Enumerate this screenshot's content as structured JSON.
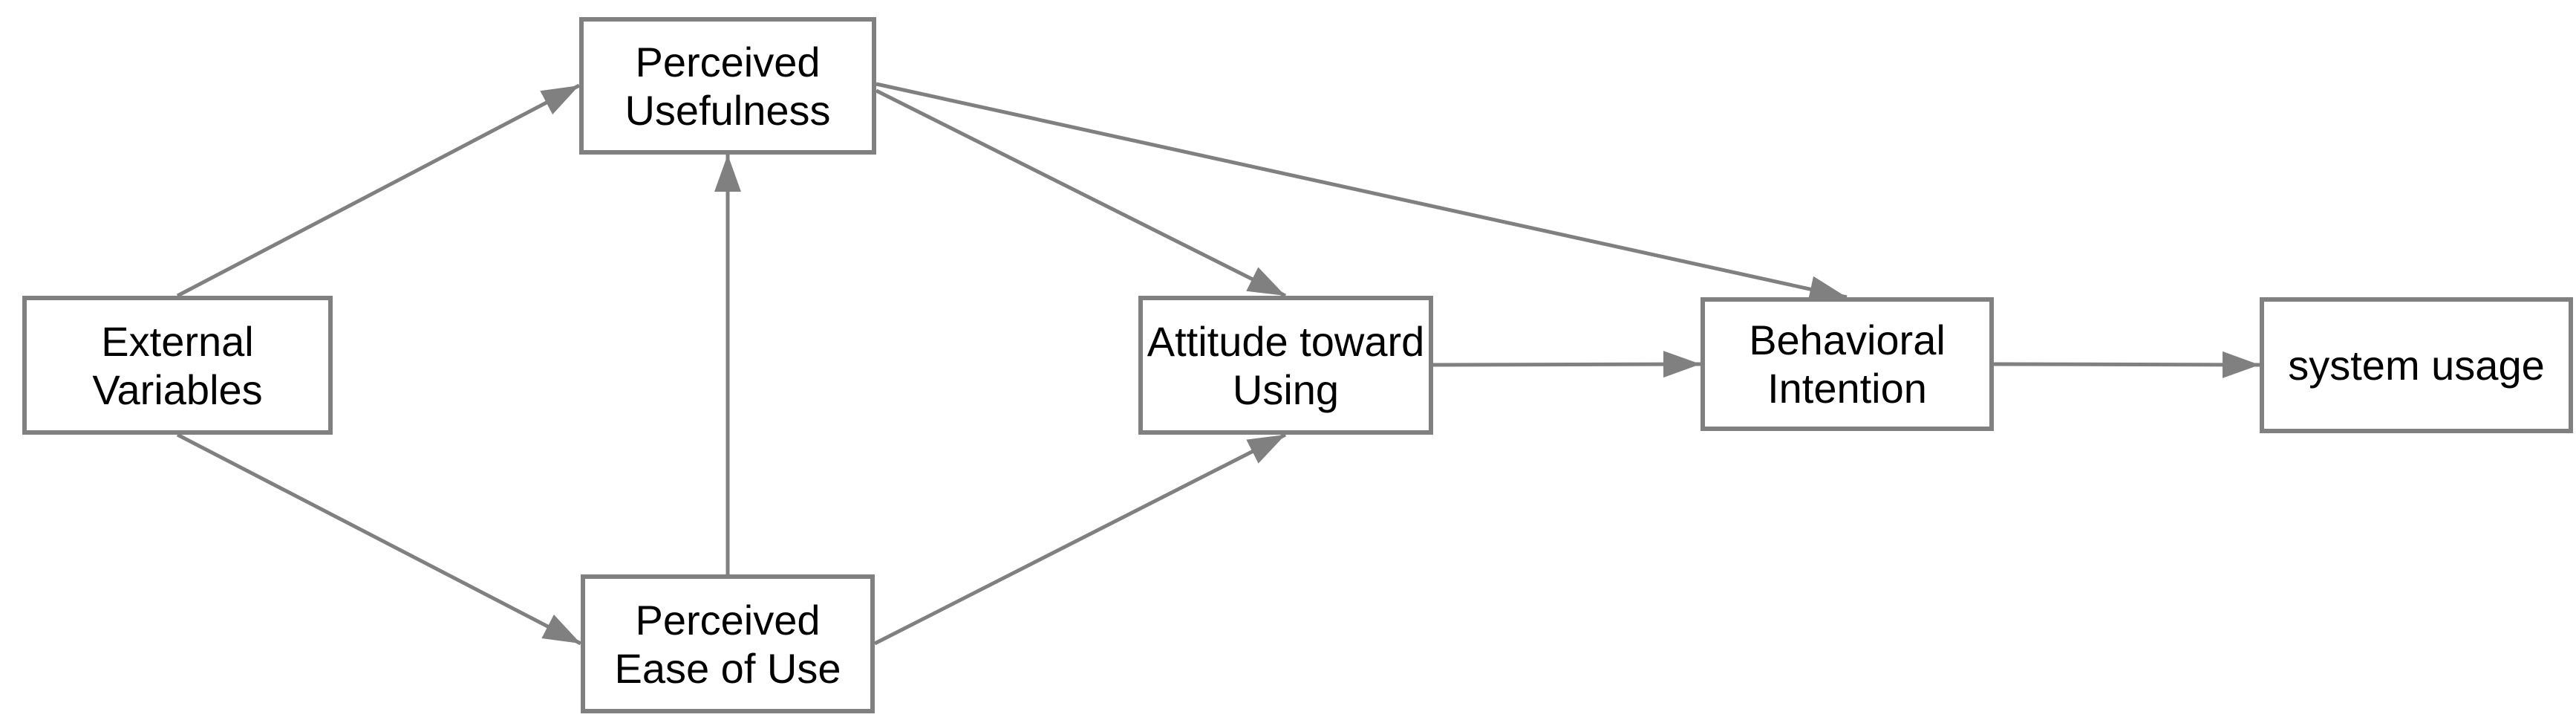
{
  "diagram": {
    "type": "flow-diagram",
    "colors": {
      "background": "#ffffff",
      "box_fill": "#ffffff",
      "box_border": "#808080",
      "arrow": "#808080",
      "text": "#000000"
    },
    "nodes": [
      {
        "id": "external-variables",
        "label": "External\nVariables"
      },
      {
        "id": "perceived-usefulness",
        "label": "Perceived\nUsefulness"
      },
      {
        "id": "perceived-ease-of-use",
        "label": "Perceived\nEase of Use"
      },
      {
        "id": "attitude-toward-using",
        "label": "Attitude toward\nUsing"
      },
      {
        "id": "behavioral-intention",
        "label": "Behavioral\nIntention"
      },
      {
        "id": "system-usage",
        "label": "system usage"
      }
    ],
    "edges": [
      {
        "from": "external-variables",
        "to": "perceived-usefulness"
      },
      {
        "from": "external-variables",
        "to": "perceived-ease-of-use"
      },
      {
        "from": "perceived-ease-of-use",
        "to": "perceived-usefulness"
      },
      {
        "from": "perceived-usefulness",
        "to": "attitude-toward-using"
      },
      {
        "from": "perceived-usefulness",
        "to": "behavioral-intention"
      },
      {
        "from": "perceived-ease-of-use",
        "to": "attitude-toward-using"
      },
      {
        "from": "attitude-toward-using",
        "to": "behavioral-intention"
      },
      {
        "from": "behavioral-intention",
        "to": "system-usage"
      }
    ]
  }
}
